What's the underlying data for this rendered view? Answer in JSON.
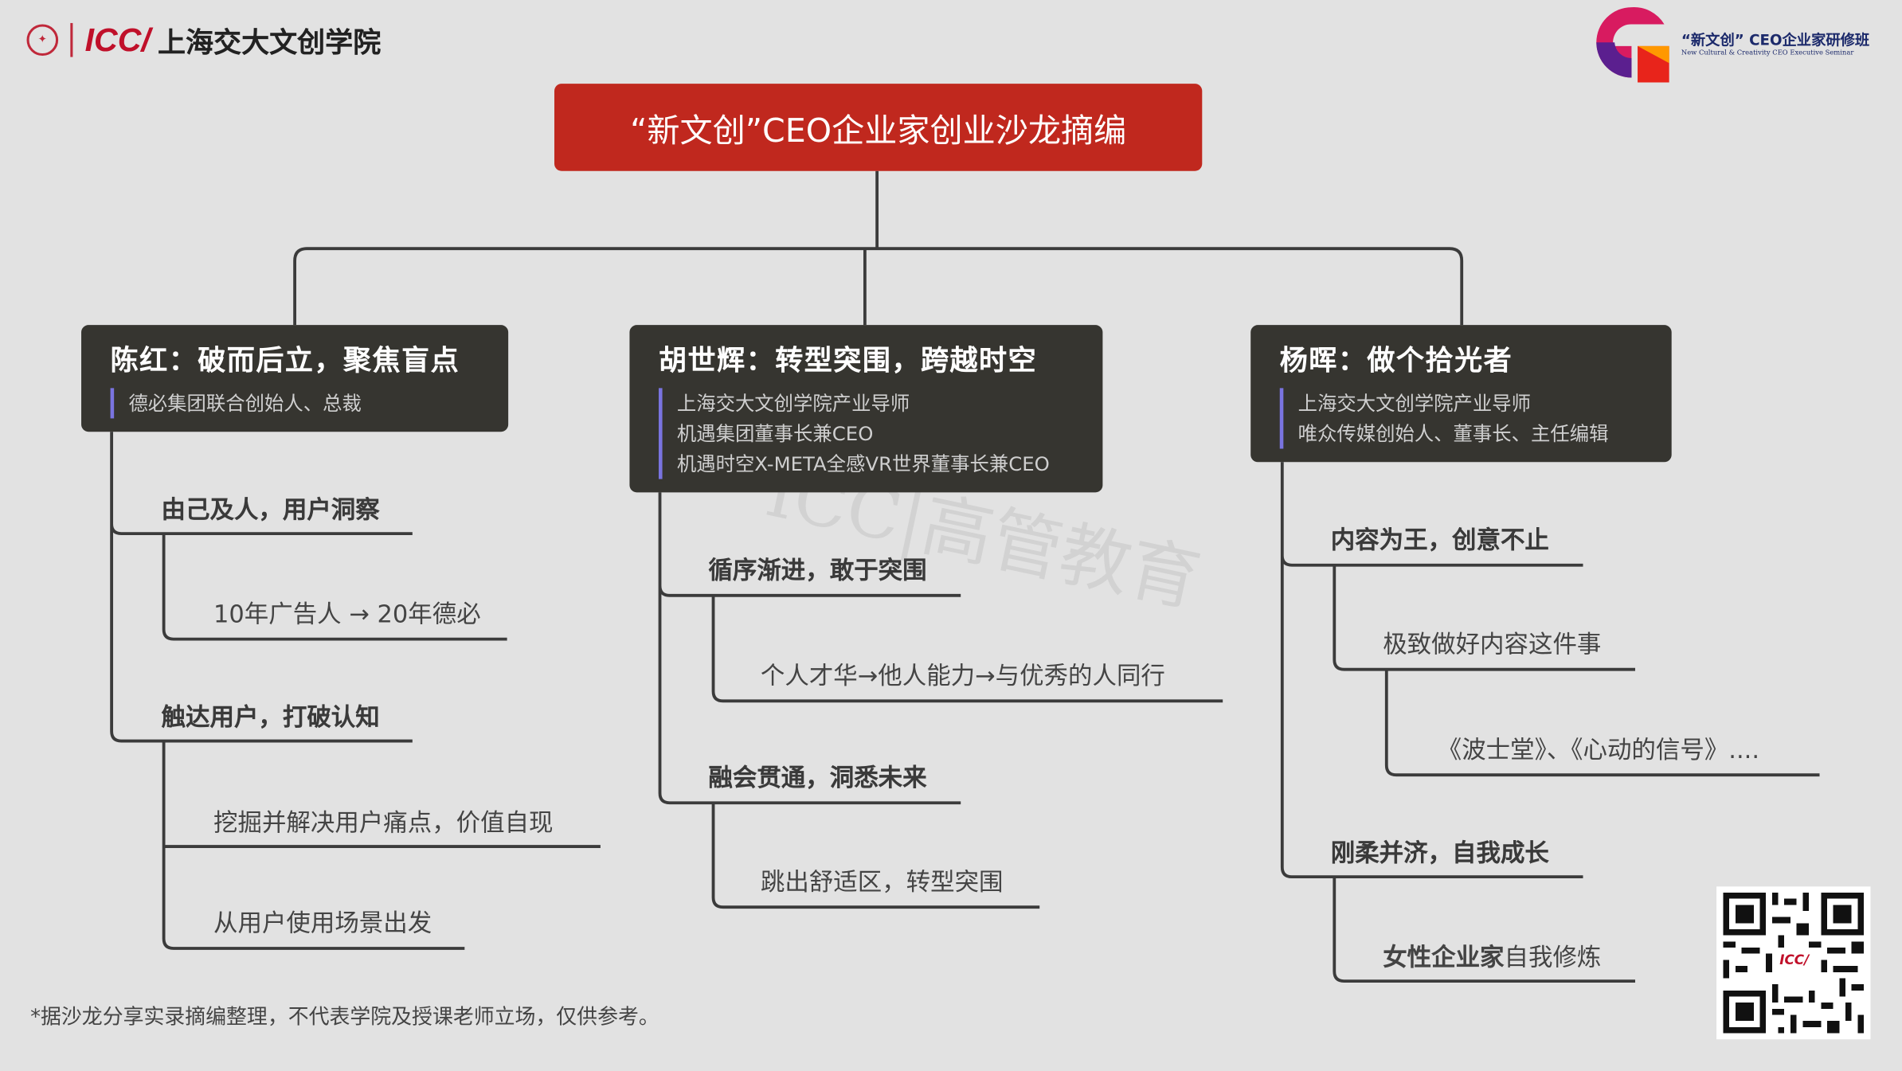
{
  "header": {
    "school_logo_text": "ICC/",
    "school_name": "上海交大文创学院",
    "seminar_logo_cn": "“新文创” CEO企业家研修班",
    "seminar_logo_en": "New Cultural & Creativity CEO Executive Seminar"
  },
  "title": "“新文创”CEO企业家创业沙龙摘编",
  "watermark": "ICC|高管教育",
  "speakers": [
    {
      "heading": "陈红：破而后立，聚焦盲点",
      "roles": [
        "德必集团联合创始人、总裁"
      ],
      "points": [
        {
          "label": "由己及人，用户洞察",
          "items": [
            "10年广告人 → 20年德必"
          ]
        },
        {
          "label": "触达用户，打破认知",
          "items": [
            "挖掘并解决用户痛点，价值自现",
            "从用户使用场景出发"
          ]
        }
      ]
    },
    {
      "heading": "胡世辉：转型突围，跨越时空",
      "roles": [
        "上海交大文创学院产业导师",
        "机遇集团董事长兼CEO",
        "机遇时空X-META全感VR世界董事长兼CEO"
      ],
      "points": [
        {
          "label": "循序渐进，敢于突围",
          "items": [
            "个人才华→他人能力→与优秀的人同行"
          ]
        },
        {
          "label": "融会贯通，洞悉未来",
          "items": [
            "跳出舒适区，转型突围"
          ]
        }
      ]
    },
    {
      "heading": "杨晖：做个拾光者",
      "roles": [
        "上海交大文创学院产业导师",
        "唯众传媒创始人、董事长、主任编辑"
      ],
      "points": [
        {
          "label": "内容为王，创意不止",
          "items": [
            "极致做好内容这件事",
            "《波士堂》、《心动的信号》...."
          ]
        },
        {
          "label": "刚柔并济，自我成长",
          "items_bold": "女性企业家",
          "items_rest": "自我修炼"
        }
      ]
    }
  ],
  "footer_note": "*据沙龙分享实录摘编整理，不代表学院及授课老师立场，仅供参考。",
  "qr_label": "ICC/"
}
